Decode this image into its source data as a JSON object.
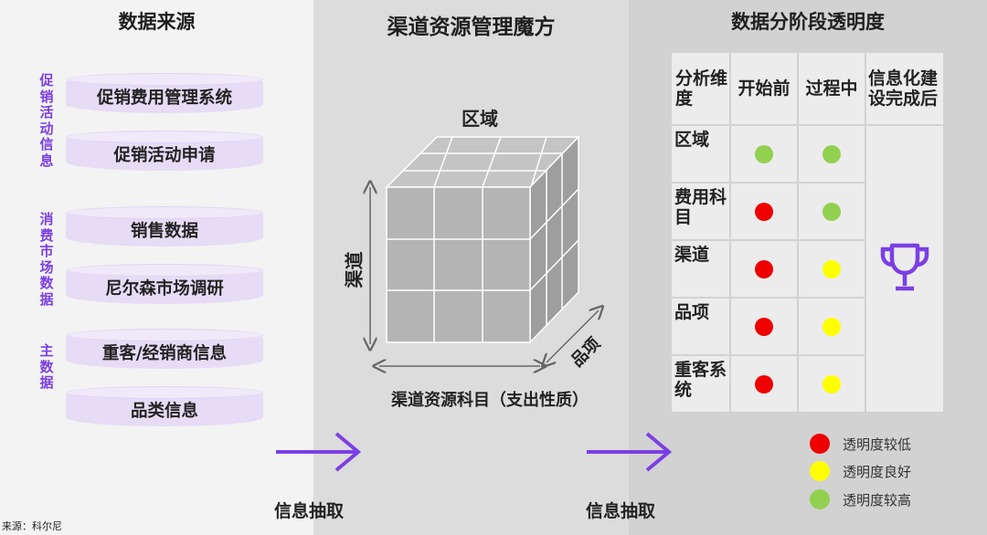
{
  "colors": {
    "purple": "#7b3fe4",
    "red": "#ee0000",
    "yellow": "#ffff00",
    "green": "#92d050"
  },
  "left": {
    "title": "数据来源",
    "groups": [
      {
        "label": "促销活动信息",
        "items": [
          "促销费用管理系统",
          "促销活动申请"
        ]
      },
      {
        "label": "消费市场数据",
        "items": [
          "销售数据",
          "尼尔森市场调研"
        ]
      },
      {
        "label": "主数据",
        "items": [
          "重客/经销商信息",
          "品类信息"
        ]
      }
    ]
  },
  "middle": {
    "title": "渠道资源管理魔方",
    "axis_top": "区域",
    "axis_left": "渠道",
    "axis_depth": "品项",
    "axis_bottom": "渠道资源科目（支出性质）"
  },
  "arrows": {
    "left_label": "信息抽取",
    "right_label": "信息抽取"
  },
  "right": {
    "title": "数据分阶段透明度",
    "headers": [
      "分析维度",
      "开始前",
      "过程中",
      "信息化建设完成后"
    ],
    "rows": [
      {
        "dim": "区域",
        "before": "green",
        "during": "green"
      },
      {
        "dim": "费用科目",
        "before": "red",
        "during": "green"
      },
      {
        "dim": "渠道",
        "before": "red",
        "during": "yellow"
      },
      {
        "dim": "品项",
        "before": "red",
        "during": "yellow"
      },
      {
        "dim": "重客系统",
        "before": "red",
        "during": "yellow"
      }
    ],
    "after_icon": "trophy-icon",
    "legend": [
      {
        "color": "red",
        "label": "透明度较低"
      },
      {
        "color": "yellow",
        "label": "透明度良好"
      },
      {
        "color": "green",
        "label": "透明度较高"
      }
    ]
  },
  "source": "来源：科尔尼"
}
